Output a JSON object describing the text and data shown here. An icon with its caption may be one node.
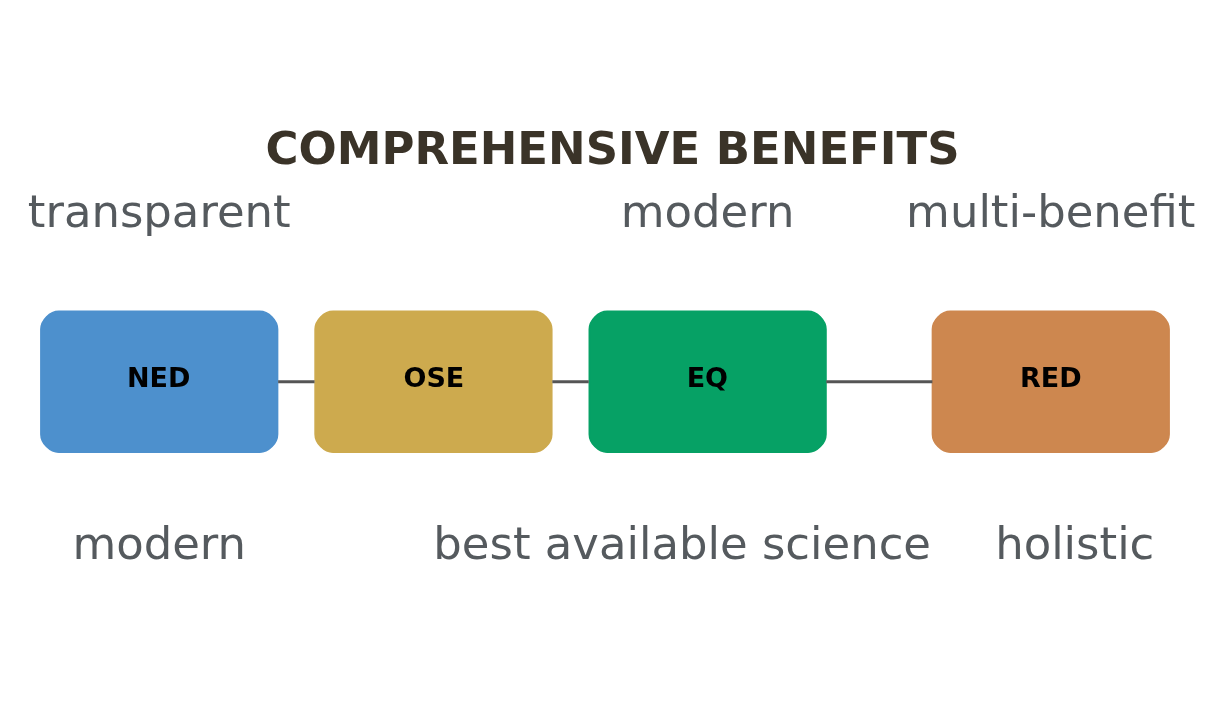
{
  "diagram": {
    "title": "COMPREHENSIVE BENEFITS",
    "nodes": [
      {
        "text": [
          "NED"
        ]
      },
      {
        "text": [
          "OSE"
        ]
      },
      {
        "text": [
          "EQ"
        ]
      },
      {
        "text": [
          "RED"
        ]
      }
    ],
    "edges": [
      {
        "from": 0,
        "to": 1,
        "arrow": "none"
      },
      {
        "from": 1,
        "to": 2,
        "arrow": "none"
      },
      {
        "from": 2,
        "to": 3,
        "arrow": "none"
      }
    ],
    "labels": [
      "transparent",
      "modern",
      "multi-benefit",
      "modern",
      "best available science",
      "holistic"
    ]
  }
}
